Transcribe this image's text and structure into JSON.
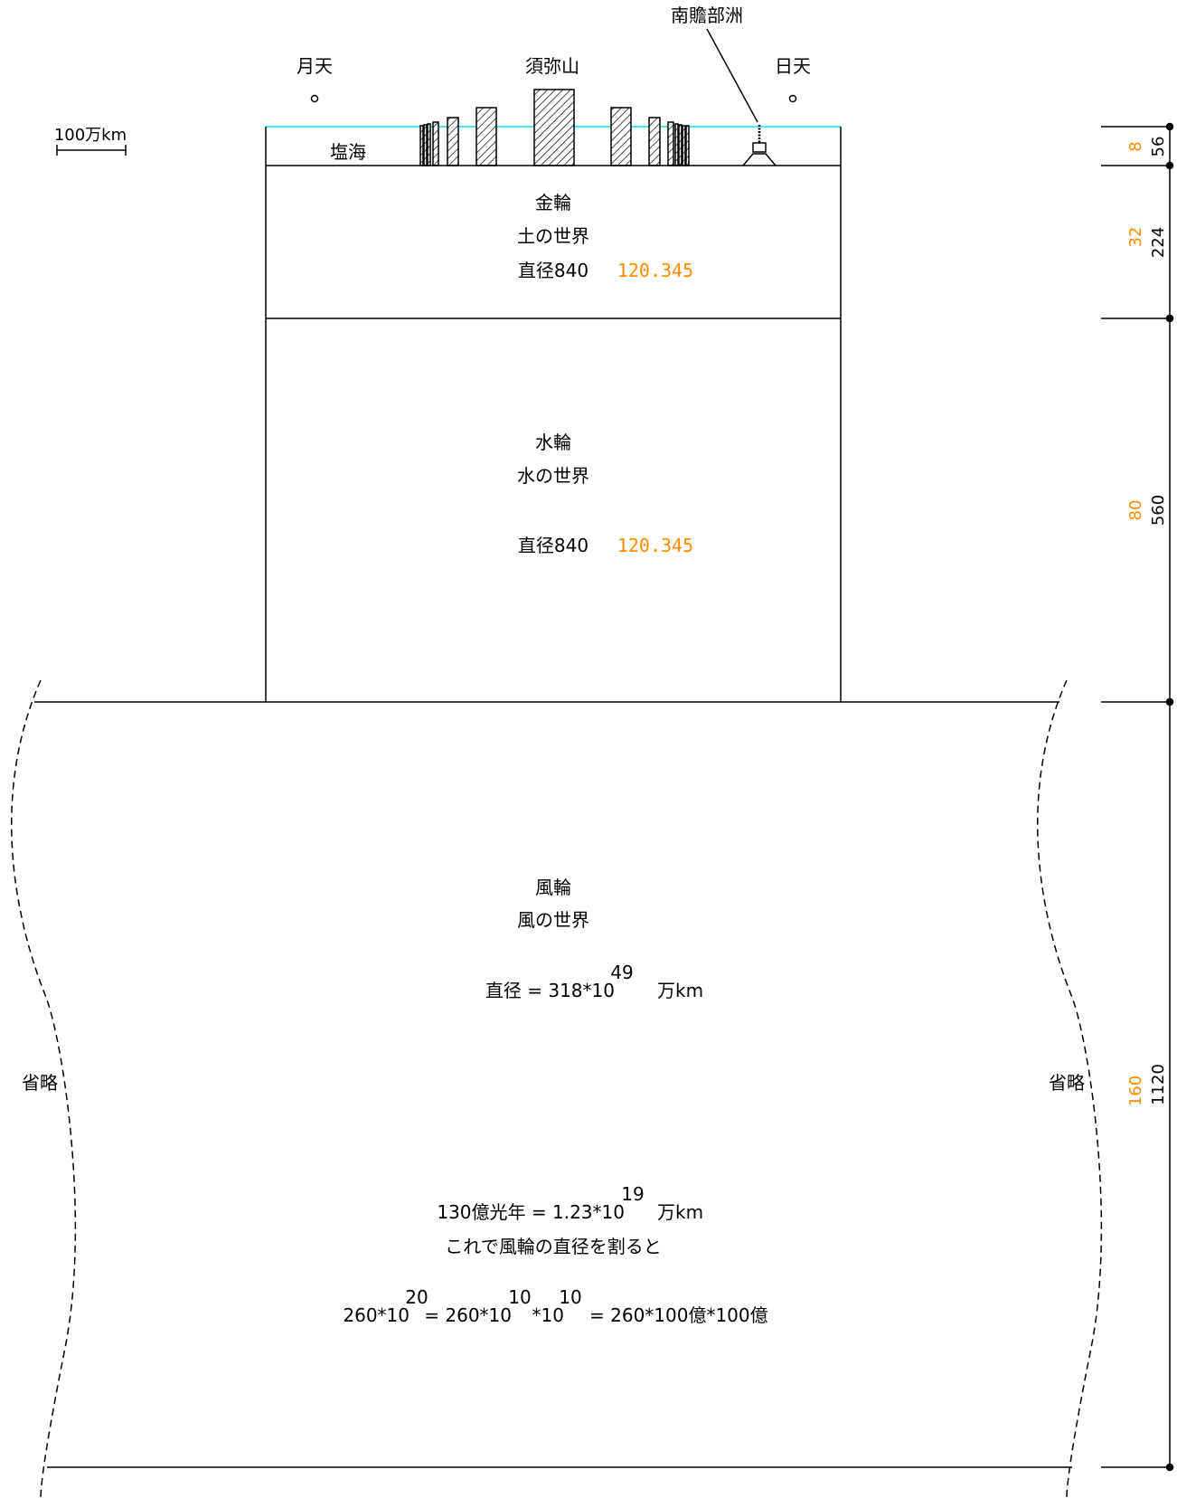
{
  "colors": {
    "ink": "#000000",
    "accent": "#ff8c00",
    "water_surface": "#00e5ee"
  },
  "scale_bar": {
    "label": "100万km"
  },
  "top_labels": {
    "moon": "月天",
    "sumeru": "須弥山",
    "sun": "日天",
    "jambudvipa": "南贍部洲",
    "salt_sea": "塩海"
  },
  "gold_wheel": {
    "name": "金輪",
    "world": "土の世界",
    "diameter": "直径840",
    "value": "120.345"
  },
  "water_wheel": {
    "name": "水輪",
    "world": "水の世界",
    "diameter": "直径840",
    "value": "120.345"
  },
  "wind_wheel": {
    "name": "風輪",
    "world": "風の世界",
    "formula": {
      "prefix": "直径 = 318*10",
      "exp": "49",
      "suffix": "万km"
    },
    "light_years": {
      "prefix": "130億光年 = 1.23*10",
      "exp": "19",
      "suffix": "万km"
    },
    "divide_note": "これで風輪の直径を割ると",
    "result": {
      "p1": "260*10",
      "e1": "20",
      "p2": "= 260*10",
      "e2": "10",
      "p3": "*10",
      "e3": "10",
      "p4": "= 260*100億*100億"
    },
    "omitted_left": "省略",
    "omitted_right": "省略"
  },
  "dimensions": {
    "inner": [
      "8",
      "32",
      "80",
      "160"
    ],
    "outer": [
      "56",
      "224",
      "560",
      "1120"
    ]
  }
}
